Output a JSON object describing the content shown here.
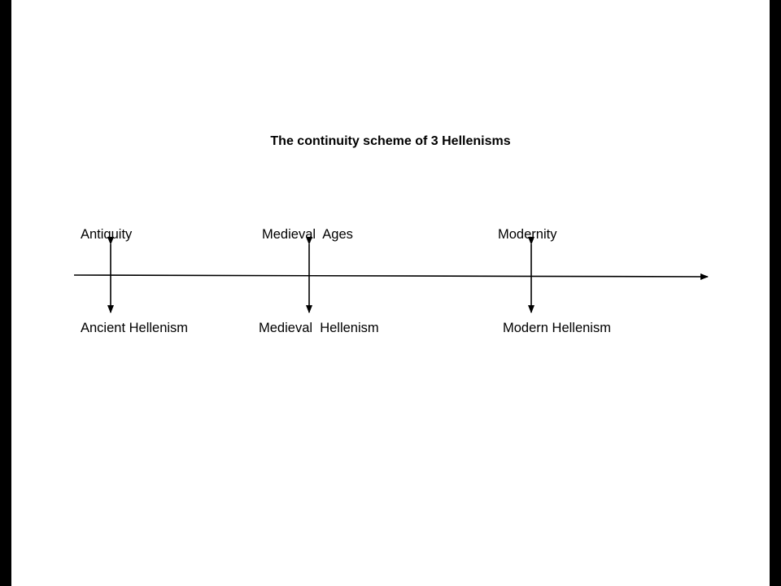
{
  "diagram": {
    "title": "The continuity scheme of 3 Hellenisms",
    "periods": [
      {
        "era": "Antiquity",
        "hellenism": "Ancient Hellenism"
      },
      {
        "era": "Medieval  Ages",
        "hellenism": "Medieval  Hellenism"
      },
      {
        "era": "Modernity",
        "hellenism": "Modern Hellenism"
      }
    ],
    "colors": {
      "background": "#ffffff",
      "border": "#000000",
      "ink": "#000000"
    }
  }
}
